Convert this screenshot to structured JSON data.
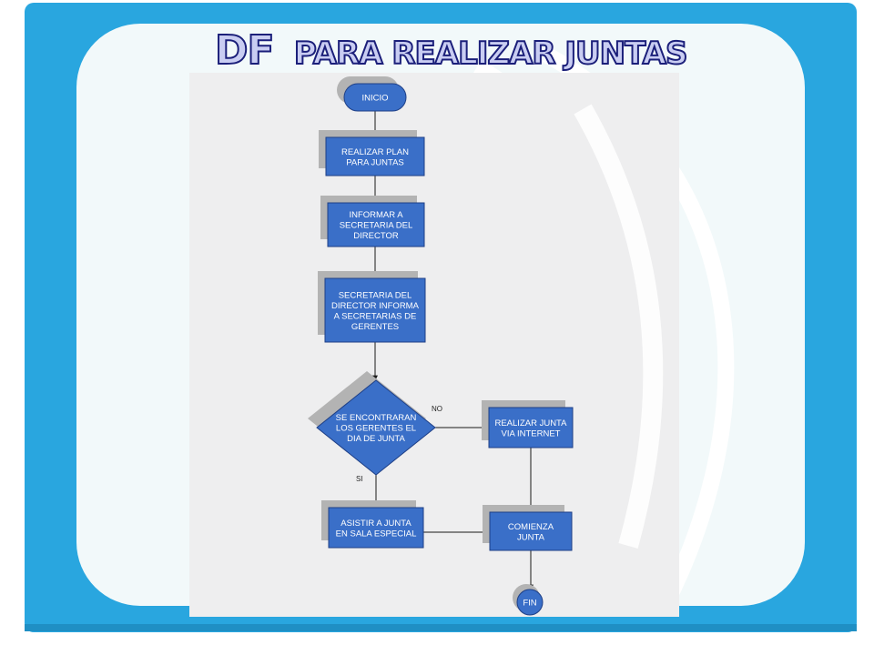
{
  "slide": {
    "title_big": "DF",
    "title_rest": "PARA REALIZAR JUNTAS",
    "colors": {
      "frame": "#29a6df",
      "frame_dark": "#1e8cc0",
      "panel": "#f2f9fa",
      "diagram_bg": "#eeeeef",
      "node_fill": "#3a6fc8",
      "node_stroke": "#1e3f86",
      "node_shadow": "#b3b3b3"
    }
  },
  "flowchart": {
    "nodes": [
      {
        "id": "inicio",
        "shape": "terminator",
        "lines": [
          "INICIO"
        ]
      },
      {
        "id": "plan",
        "shape": "process",
        "lines": [
          "REALIZAR PLAN",
          "PARA JUNTAS"
        ]
      },
      {
        "id": "informar",
        "shape": "process",
        "lines": [
          "INFORMAR A",
          "SECRETARIA DEL",
          "DIRECTOR"
        ]
      },
      {
        "id": "secretaria",
        "shape": "process",
        "lines": [
          "SECRETARIA DEL",
          "DIRECTOR  INFORMA",
          "A SECRETARIAS DE",
          "GERENTES"
        ]
      },
      {
        "id": "decision",
        "shape": "decision",
        "lines": [
          "SE ENCONTRARAN",
          "LOS GERENTES EL",
          "DIA DE JUNTA"
        ]
      },
      {
        "id": "internet",
        "shape": "process",
        "lines": [
          "REALIZAR JUNTA",
          "VIA INTERNET"
        ]
      },
      {
        "id": "sala",
        "shape": "process",
        "lines": [
          "ASISTIR A JUNTA",
          "EN SALA ESPECIAL"
        ]
      },
      {
        "id": "comienza",
        "shape": "process",
        "lines": [
          "COMIENZA",
          "JUNTA"
        ]
      },
      {
        "id": "fin",
        "shape": "connector",
        "lines": [
          "FIN"
        ]
      }
    ],
    "edges": [
      {
        "from": "inicio",
        "to": "plan",
        "label": ""
      },
      {
        "from": "plan",
        "to": "informar",
        "label": ""
      },
      {
        "from": "informar",
        "to": "secretaria",
        "label": ""
      },
      {
        "from": "secretaria",
        "to": "decision",
        "label": ""
      },
      {
        "from": "decision",
        "to": "internet",
        "label": "NO"
      },
      {
        "from": "decision",
        "to": "sala",
        "label": "SI"
      },
      {
        "from": "internet",
        "to": "comienza",
        "label": ""
      },
      {
        "from": "sala",
        "to": "comienza",
        "label": ""
      },
      {
        "from": "comienza",
        "to": "fin",
        "label": ""
      }
    ]
  }
}
